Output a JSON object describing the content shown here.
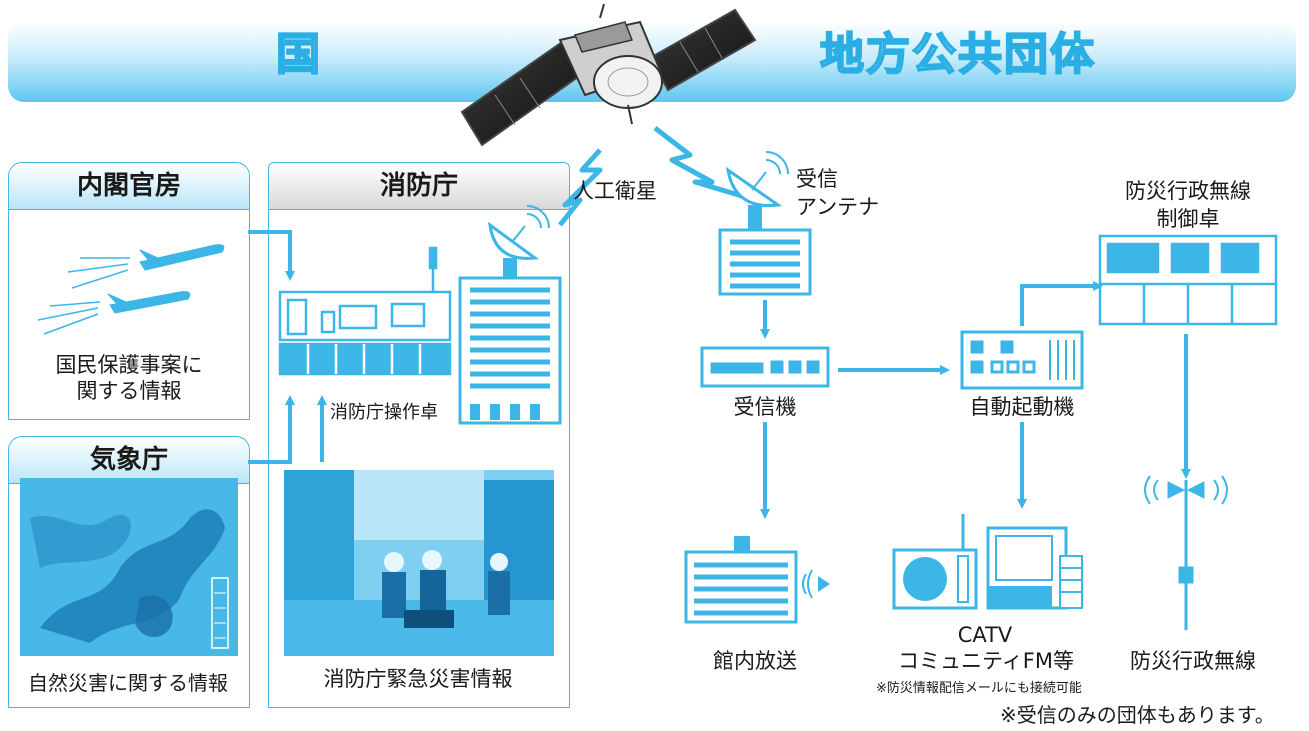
{
  "banner": {
    "left": "国",
    "right": "地方公共団体"
  },
  "panels": {
    "cabinet": {
      "title": "内閣官房",
      "caption": [
        "国民保護事案に",
        "関する情報"
      ]
    },
    "jma": {
      "title": "気象庁",
      "caption": "自然災害に関する情報"
    },
    "fdma": {
      "title": "消防庁",
      "console_label": "消防庁操作卓",
      "caption": "消防庁緊急災害情報"
    }
  },
  "labels": {
    "satellite": "人工衛星",
    "antenna": [
      "受信",
      "アンテナ"
    ],
    "receiver": "受信機",
    "auto_starter": "自動起動機",
    "control_desk": [
      "防災行政無線",
      "制御卓"
    ],
    "inhouse_broadcast": "館内放送",
    "catv": [
      "CATV",
      "コミュニティFM等"
    ],
    "disaster_radio": "防災行政無線",
    "note_mail": "※防災情報配信メールにも接続可能",
    "note_receive_only": "※受信のみの団体もあります。"
  },
  "colors": {
    "accent": "#2aaee4",
    "line": "#3cb6e6",
    "border": "#44b8e6",
    "ink": "#1a1a1a"
  }
}
